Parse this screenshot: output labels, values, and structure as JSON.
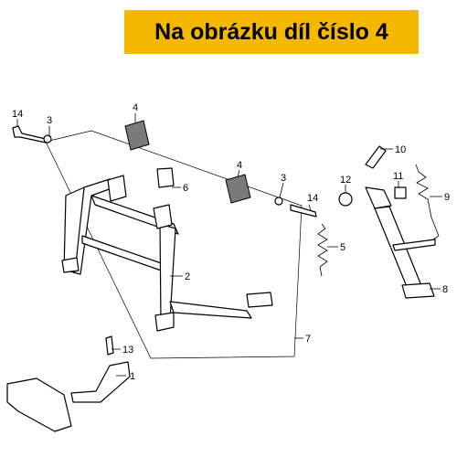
{
  "banner": {
    "text": "Na obrázku díl číslo 4"
  },
  "colors": {
    "banner_background": "#f5b800",
    "banner_text": "#000000",
    "line": "#000000"
  },
  "callouts": [
    {
      "label": "1"
    },
    {
      "label": "2"
    },
    {
      "label": "3"
    },
    {
      "label": "3"
    },
    {
      "label": "4"
    },
    {
      "label": "4"
    },
    {
      "label": "5"
    },
    {
      "label": "6"
    },
    {
      "label": "7"
    },
    {
      "label": "8"
    },
    {
      "label": "9"
    },
    {
      "label": "10"
    },
    {
      "label": "11"
    },
    {
      "label": "12"
    },
    {
      "label": "13"
    },
    {
      "label": "14"
    },
    {
      "label": "14"
    }
  ]
}
